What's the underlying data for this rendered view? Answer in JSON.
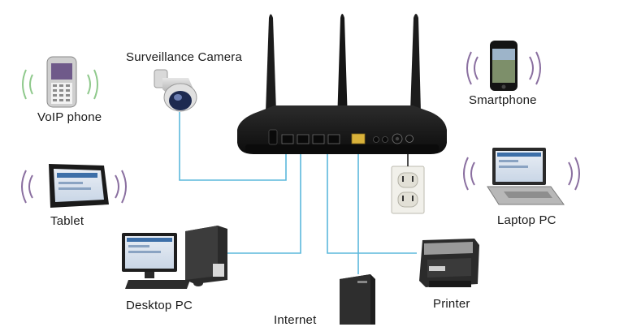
{
  "devices": {
    "surveillance_camera": "Surveillance Camera",
    "voip_phone": "VoIP phone",
    "smartphone": "Smartphone",
    "tablet": "Tablet",
    "laptop_pc": "Laptop PC",
    "desktop_pc": "Desktop PC",
    "printer": "Printer",
    "internet": "Internet"
  },
  "colors": {
    "cable": "#5bb8dc",
    "wifi_wave": "#8a6fa0",
    "router_body": "#1b1b1b",
    "internet_port": "#d9b23a"
  }
}
